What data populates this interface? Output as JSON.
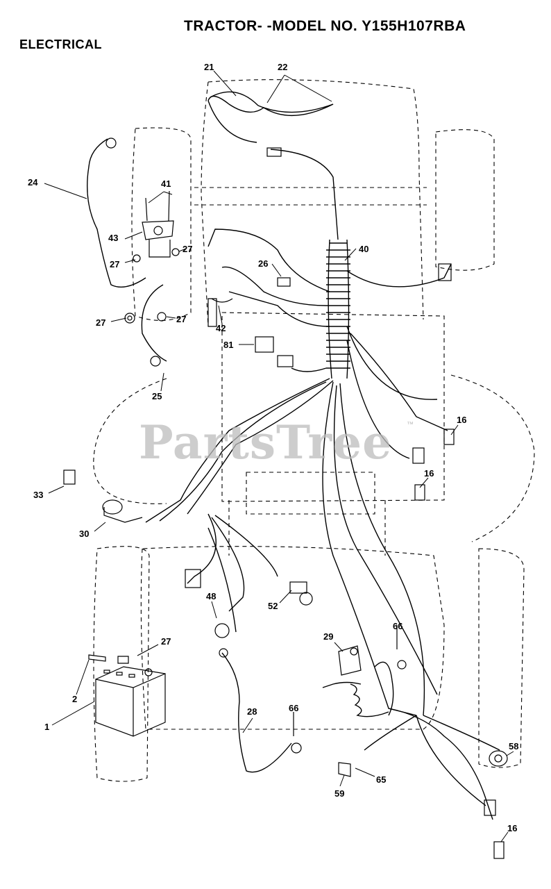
{
  "header": {
    "title": "TRACTOR- -MODEL NO. Y155H107RBA",
    "section": "ELECTRICAL"
  },
  "watermark": {
    "text": "PartsTree",
    "trademark": "™"
  },
  "callouts": {
    "c21": "21",
    "c22": "22",
    "c24": "24",
    "c41": "41",
    "c43": "43",
    "c27a": "27",
    "c27b": "27",
    "c27c": "27",
    "c27d": "27",
    "c27e": "27",
    "c26": "26",
    "c40": "40",
    "c42": "42",
    "c81": "81",
    "c25": "25",
    "c16a": "16",
    "c16b": "16",
    "c16c": "16",
    "c33": "33",
    "c30": "30",
    "c48": "48",
    "c52": "52",
    "c66a": "66",
    "c66b": "66",
    "c29": "29",
    "c2": "2",
    "c1": "1",
    "c28": "28",
    "c58": "58",
    "c59": "59",
    "c65": "65"
  },
  "colors": {
    "ink": "#000000",
    "watermark": "#bdbdbd"
  }
}
